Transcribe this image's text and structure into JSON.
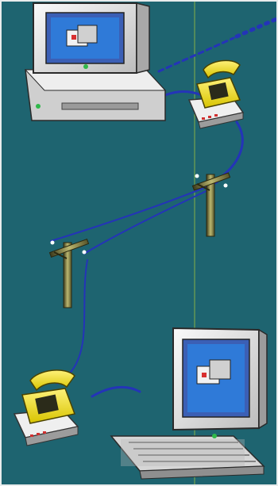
{
  "scene": {
    "background_color": "#1e6470",
    "wire_color": "#2434b8",
    "divider_color": "#a6c83a",
    "devices": [
      {
        "name": "desktop-computer-icon",
        "kind": "desktop computer"
      },
      {
        "name": "telephone-icon-top",
        "kind": "telephone"
      },
      {
        "name": "telephone-pole-icon-right",
        "kind": "telephone pole"
      },
      {
        "name": "telephone-pole-icon-left",
        "kind": "telephone pole"
      },
      {
        "name": "telephone-icon-bottom",
        "kind": "telephone"
      },
      {
        "name": "laptop-computer-icon",
        "kind": "laptop computer"
      }
    ]
  }
}
